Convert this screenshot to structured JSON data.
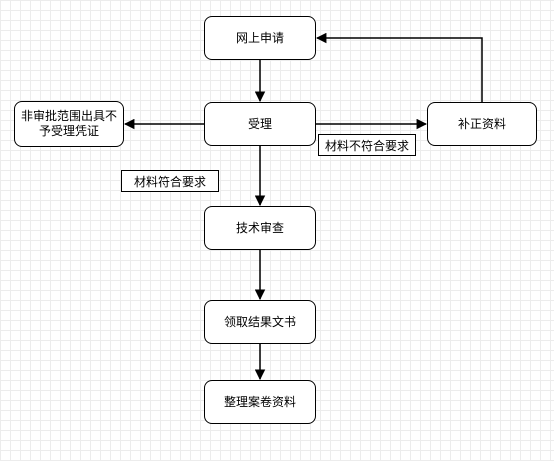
{
  "nodes": {
    "apply": "网上申请",
    "accept": "受理",
    "reject": "非审批范围出具不予受理凭证",
    "supplement": "补正资料",
    "review": "技术审查",
    "obtain": "领取结果文书",
    "archive": "整理案卷资料"
  },
  "edge_labels": {
    "materials_fail": "材料不符合要求",
    "materials_ok": "材料符合要求"
  }
}
